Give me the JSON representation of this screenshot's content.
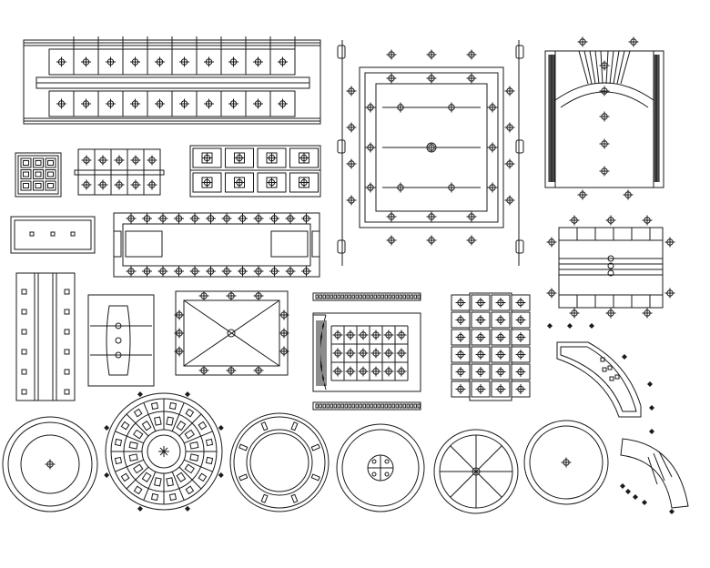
{
  "sheet": {
    "background": "#ffffff",
    "ink": "#1a1a1a",
    "symbols": {
      "light": "cross-circle-light-icon",
      "spot": "diamond-spot-icon"
    },
    "drawings": [
      {
        "id": "ceiling-long-corridor",
        "kind": "coffered-corridor-plan"
      },
      {
        "id": "ceiling-square-frame",
        "kind": "recessed-frame-plan"
      },
      {
        "id": "ceiling-arched-curtain",
        "kind": "arched-vault-plan"
      },
      {
        "id": "ceiling-coffer-grid-3x3",
        "kind": "coffer-grid"
      },
      {
        "id": "ceiling-panel-strip-2x5",
        "kind": "panel-grid"
      },
      {
        "id": "ceiling-panel-block-2x4",
        "kind": "panel-grid"
      },
      {
        "id": "ceiling-small-rect",
        "kind": "rect-plan"
      },
      {
        "id": "ceiling-dotted-rect",
        "kind": "rect-plan"
      },
      {
        "id": "ceiling-striped-rect",
        "kind": "striped-plan"
      },
      {
        "id": "ceiling-tall-channels",
        "kind": "channel-plan"
      },
      {
        "id": "ceiling-oval-inset",
        "kind": "inset-plan"
      },
      {
        "id": "ceiling-pyramid",
        "kind": "pyramid-plan"
      },
      {
        "id": "ceiling-hatched-grid",
        "kind": "hatched-grid-plan"
      },
      {
        "id": "ceiling-cell-column",
        "kind": "cell-grid"
      },
      {
        "id": "ceiling-fan-arc",
        "kind": "arc-plan"
      },
      {
        "id": "ceiling-fan-arc-small",
        "kind": "arc-plan"
      },
      {
        "id": "ceiling-circle-plain",
        "kind": "round-plan"
      },
      {
        "id": "ceiling-circle-coffered",
        "kind": "round-plan"
      },
      {
        "id": "ceiling-circle-ring",
        "kind": "round-plan"
      },
      {
        "id": "ceiling-circle-medallion",
        "kind": "round-plan"
      },
      {
        "id": "ceiling-circle-spokes",
        "kind": "round-plan"
      },
      {
        "id": "ceiling-circle-double",
        "kind": "round-plan"
      }
    ]
  }
}
